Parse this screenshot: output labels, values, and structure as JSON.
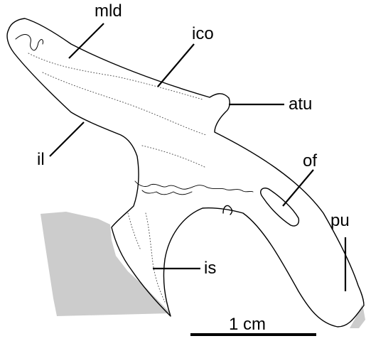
{
  "labels": {
    "mld": "mld",
    "ico": "ico",
    "atu": "atu",
    "il": "il",
    "of": "of",
    "pu": "pu",
    "is": "is"
  },
  "scale_bar": {
    "label": "1 cm"
  },
  "colors": {
    "outline": "#000000",
    "matrix_fill": "#cccccc",
    "background": "#ffffff"
  }
}
